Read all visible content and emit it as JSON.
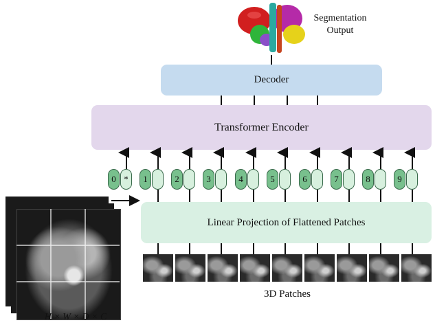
{
  "segmentation_label_line1": "Segmentation",
  "segmentation_label_line2": "Output",
  "decoder_label": "Decoder",
  "encoder_label": "Transformer  Encoder",
  "linear_label": "Linear Projection of Flattened Patches",
  "patches_label": "3D Patches",
  "shape_label": "H × W × D × C",
  "tokens": [
    "0",
    "1",
    "2",
    "3",
    "4",
    "5",
    "6",
    "7",
    "8",
    "9"
  ],
  "cls_symbol": "*",
  "colors": {
    "decoder": "#c5dbef",
    "encoder": "#e3d7ec",
    "linear": "#d9f0e3",
    "token_number": "#78c08d",
    "token_embedding": "#d7f0de"
  }
}
